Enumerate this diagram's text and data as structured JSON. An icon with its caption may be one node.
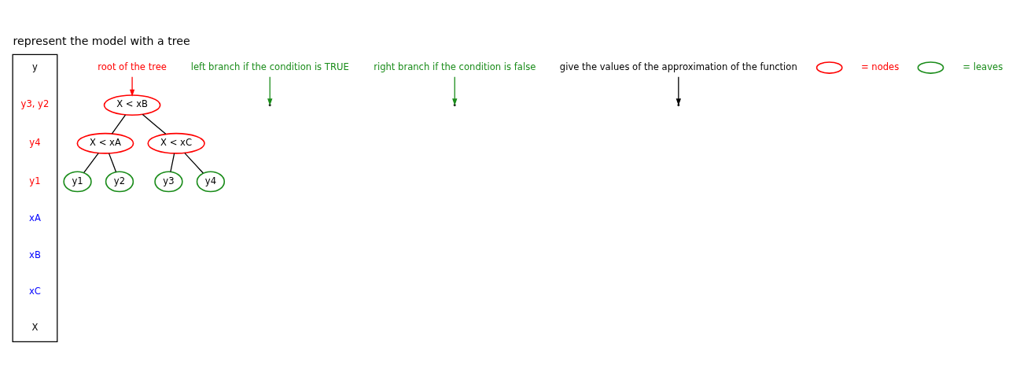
{
  "diagram": {
    "title": "represent the model with a tree",
    "nodes": [
      {
        "text": [
          "X < xB"
        ]
      },
      {
        "text": [
          "X < xA"
        ]
      },
      {
        "text": [
          "X < xC"
        ]
      },
      {
        "text": [
          "y1"
        ]
      },
      {
        "text": [
          "y2"
        ]
      },
      {
        "text": [
          "y3"
        ]
      },
      {
        "text": [
          "y4"
        ]
      },
      {
        "text": [
          "root of the tree"
        ]
      },
      {
        "text": [
          "left branch if the condition is TRUE"
        ]
      },
      {
        "text": [
          "right branch if the condition is false"
        ]
      },
      {
        "text": [
          "give the values of the approximation of the function"
        ]
      },
      {
        "text": [],
        "shape": "box"
      }
    ],
    "edges": [
      {
        "from": 0,
        "to": 1,
        "arrow": "none"
      },
      {
        "from": 0,
        "to": 2,
        "arrow": "none"
      },
      {
        "from": 1,
        "to": 3,
        "arrow": "none"
      },
      {
        "from": 1,
        "to": 4,
        "arrow": "none"
      },
      {
        "from": 2,
        "to": 5,
        "arrow": "none"
      },
      {
        "from": 2,
        "to": 6,
        "arrow": "none"
      },
      {
        "from": 7,
        "to": 0,
        "arrow": "to",
        "color": "#ff0000"
      },
      {
        "from": 8,
        "to": null,
        "arrow": "to",
        "color": "#1a8c1a"
      },
      {
        "from": 9,
        "to": null,
        "arrow": "to",
        "color": "#1a8c1a"
      },
      {
        "from": 10,
        "to": null,
        "arrow": "to"
      }
    ],
    "labels": [
      "y",
      "y3, y2",
      "y4",
      "y1",
      "xA",
      "xB",
      "xC",
      "X"
    ],
    "legend": [
      {
        "text": "= nodes"
      },
      {
        "text": "= leaves"
      }
    ]
  }
}
